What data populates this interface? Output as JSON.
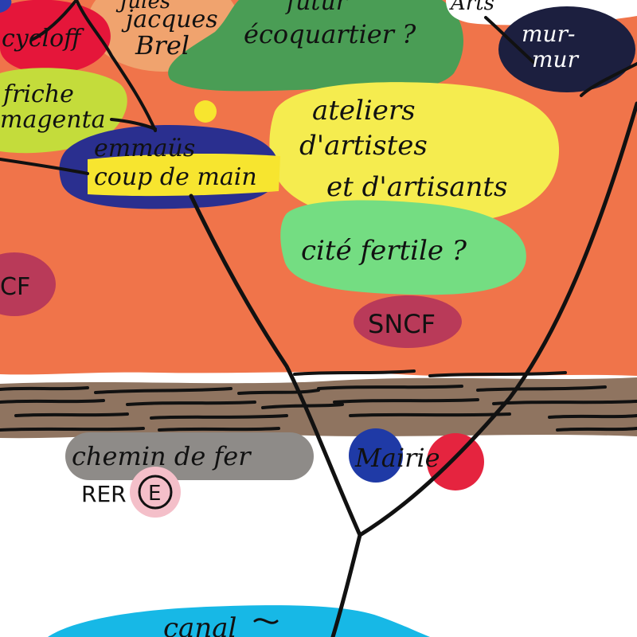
{
  "colors": {
    "orange_zone": "#f0744a",
    "orange_zone_dark": "#e8663d",
    "rail_band": "#8f7460",
    "white": "#ffffff",
    "green_blob": "#4a9d55",
    "yellow_blob": "#f5ec4f",
    "light_green_blob": "#74dd82",
    "sncf_blob": "#b93a59",
    "emmaus_blue": "#2a2f8f",
    "emmaus_yellow": "#f7e52f",
    "murmur_navy": "#1c1f3f",
    "friche_lime": "#c4dc3b",
    "cycloff_red": "#e5163a",
    "brel_peach": "#f0a36e",
    "chemin_grey": "#8e8b88",
    "rer_pink": "#f4bfc9",
    "mairie_blue": "#1f3aa6",
    "mairie_red": "#e5243f",
    "canal_cyan": "#17b8e6",
    "ink": "#111111"
  },
  "labels": {
    "brel": {
      "line1": "jacques",
      "line2": "Brel",
      "partial_top": "Jules"
    },
    "cycloff": "cycloff",
    "friche": {
      "line1": "friche",
      "line2": "magenta"
    },
    "ecoquartier": {
      "partial_top": "futur",
      "line1": "écoquartier ?"
    },
    "arts_partial": "Arts",
    "murmur": {
      "line1": "mur-",
      "line2": "mur"
    },
    "emmaus": {
      "line1": "emmaüs",
      "line2": "coup de main"
    },
    "ateliers": {
      "line1": "ateliers",
      "line2": "d'artistes",
      "line3": "et d'artisants"
    },
    "cite_fertile": "cité fertile ?",
    "sncf": "SNCF",
    "sncf_left_partial": "CF",
    "chemin_de_fer": "chemin de fer",
    "rer": "RER",
    "rer_line": "E",
    "mairie": "Mairie",
    "canal_partial": "canal"
  },
  "icons": {
    "rer_badge": "circled-letter-icon"
  }
}
